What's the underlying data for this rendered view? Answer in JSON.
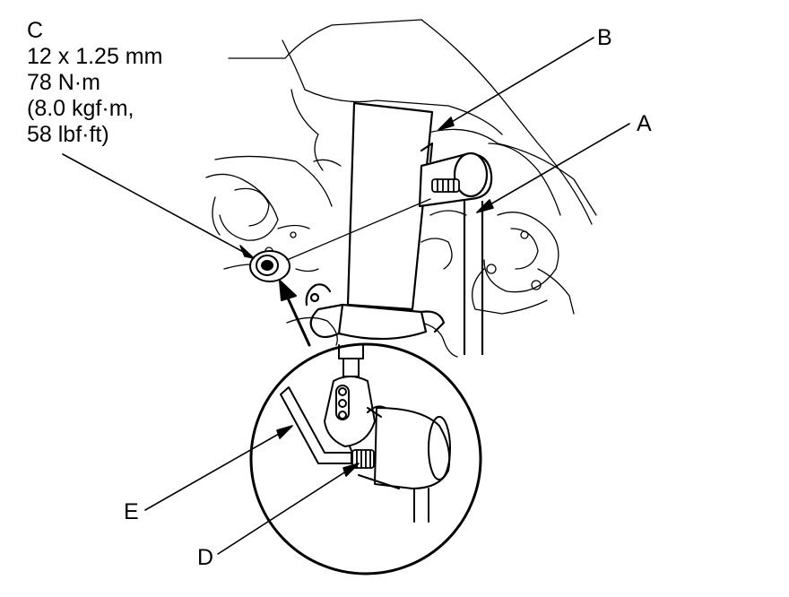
{
  "figure": {
    "background_color": "#ffffff",
    "line_color": "#000000",
    "fastener": {
      "callout": "C",
      "size": "12 x 1.25 mm",
      "torque_nm": "78 N·m",
      "torque_kgfm": "(8.0 kgf·m,",
      "torque_lbfft": "58 lbf·ft)"
    },
    "callouts": {
      "a": "A",
      "b": "B",
      "d": "D",
      "e": "E"
    },
    "icons": [
      "wrench-icon",
      "hex-key-icon",
      "flange-nut-icon",
      "stud-bolt-icon"
    ]
  }
}
